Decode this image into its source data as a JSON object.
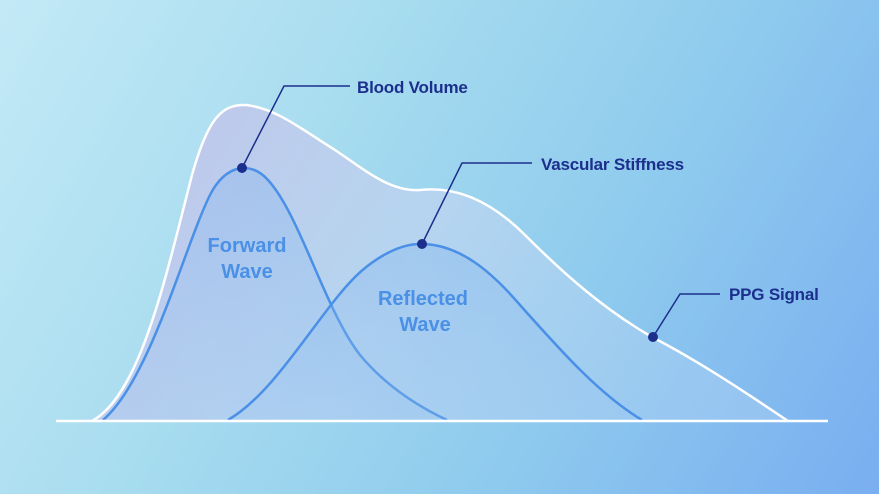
{
  "labels": {
    "blood_volume": "Blood Volume",
    "vascular_stiffness": "Vascular Stiffness",
    "ppg_signal": "PPG Signal",
    "forward_wave_line1": "Forward",
    "forward_wave_line2": "Wave",
    "reflected_wave_line1": "Reflected",
    "reflected_wave_line2": "Wave"
  },
  "colors": {
    "callout_text": "#1c2f8c",
    "wave_line": "#4a90e6",
    "ppg_line": "#ffffff",
    "ppg_fill": "#c8b8e8"
  }
}
